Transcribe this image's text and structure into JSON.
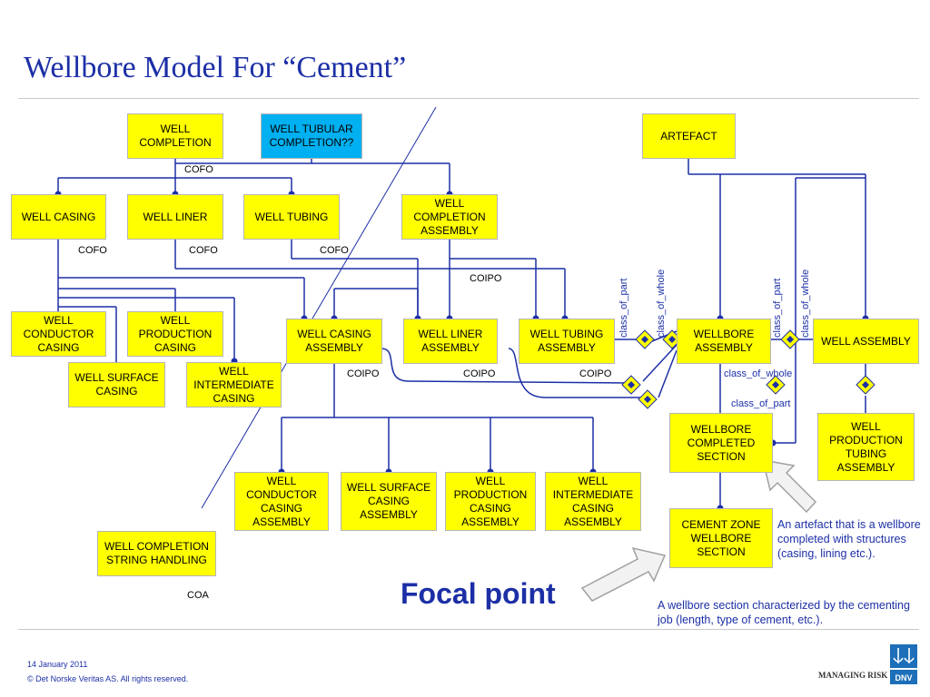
{
  "title": "Wellbore Model For “Cement”",
  "boxes": {
    "well_completion": "WELL COMPLETION",
    "well_tubular_completion": "WELL TUBULAR COMPLETION??",
    "artefact": "ARTEFACT",
    "well_casing": "WELL CASING",
    "well_liner": "WELL LINER",
    "well_tubing": "WELL TUBING",
    "well_completion_assembly": "WELL COMPLETION ASSEMBLY",
    "well_conductor_casing": "WELL CONDUCTOR CASING",
    "well_production_casing": "WELL PRODUCTION CASING",
    "well_surface_casing": "WELL SURFACE CASING",
    "well_intermediate_casing": "WELL INTERMEDIATE CASING",
    "well_casing_assembly": "WELL CASING ASSEMBLY",
    "well_liner_assembly": "WELL LINER ASSEMBLY",
    "well_tubing_assembly": "WELL TUBING ASSEMBLY",
    "wellbore_assembly": "WELLBORE ASSEMBLY",
    "well_assembly": "WELL ASSEMBLY",
    "wellbore_completed_section": "WELLBORE COMPLETED SECTION",
    "well_production_tubing_assembly": "WELL PRODUCTION TUBING ASSEMBLY",
    "well_conductor_casing_assembly": "WELL CONDUCTOR CASING ASSEMBLY",
    "well_surface_casing_assembly": "WELL SURFACE CASING ASSEMBLY",
    "well_production_casing_assembly": "WELL PRODUCTION CASING ASSEMBLY",
    "well_intermediate_casing_assembly": "WELL INTERMEDIATE CASING ASSEMBLY",
    "cement_zone_wellbore_section": "CEMENT ZONE WELLBORE SECTION",
    "well_completion_string_handling": "WELL COMPLETION STRING HANDLING"
  },
  "labels": {
    "cofo_top": "COFO",
    "cofo_1": "COFO",
    "cofo_2": "COFO",
    "cofo_3": "COFO",
    "coipo_top": "COIPO",
    "coipo_1": "COIPO",
    "coipo_2": "COIPO",
    "coipo_3": "COIPO",
    "coa": "COA"
  },
  "relations": {
    "class_of_part_1": "class_of_part",
    "class_of_whole_1": "class_of_whole",
    "class_of_part_2": "class_of_part",
    "class_of_whole_2": "class_of_whole",
    "class_of_whole_h": "class_of_whole",
    "class_of_part_h": "class_of_part"
  },
  "focal_point": "Focal point",
  "notes": {
    "artefact_note": "An artefact that is a wellbore completed with structures (casing, lining etc.).",
    "section_note": "A wellbore section characterized by the cementing job (length, type of cement, etc.)."
  },
  "footer": {
    "date": "14 January 2011",
    "copyright": "© Det Norske Veritas AS. All rights reserved.",
    "managing_risk": "MANAGING RISK",
    "logo_text": "DNV"
  },
  "colors": {
    "box_fill": "#ffff00",
    "highlight_fill": "#00b0f0",
    "line": "#1c2fa6",
    "text_accent": "#1c2fa6"
  }
}
